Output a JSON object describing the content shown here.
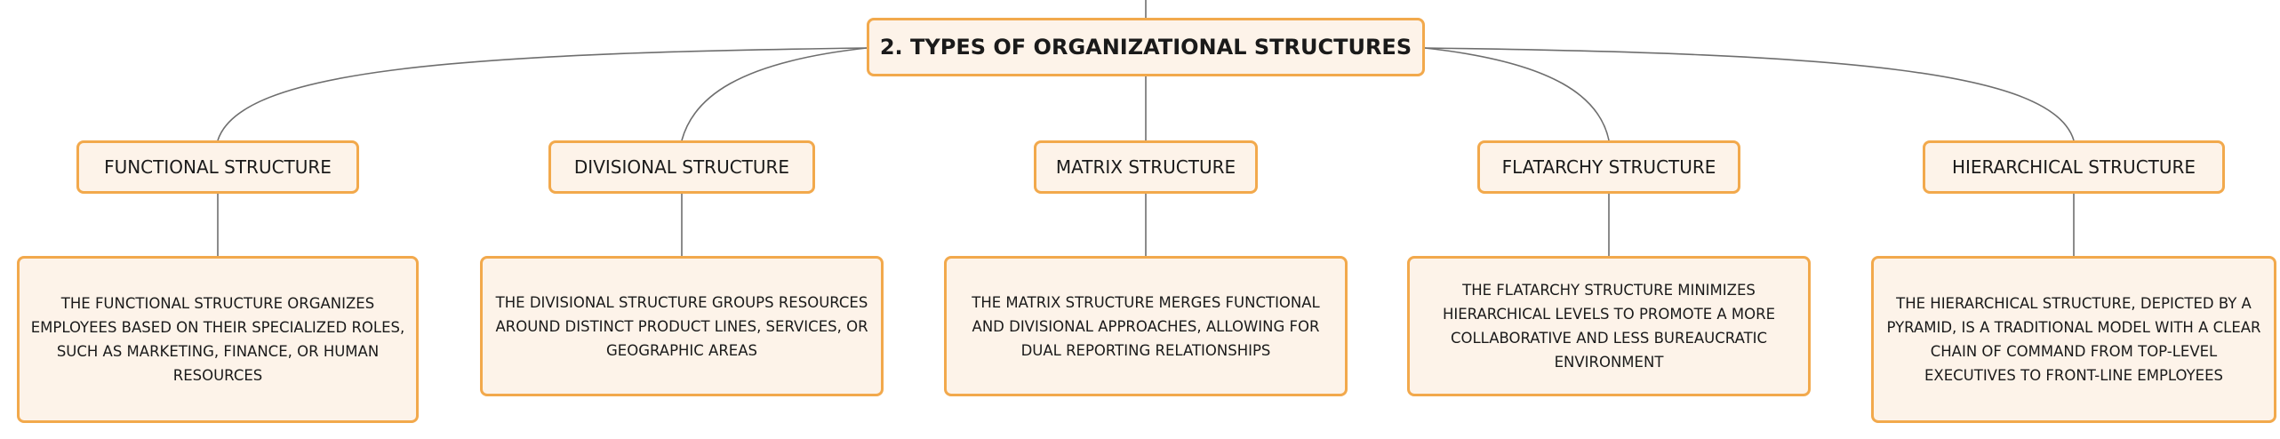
{
  "root": {
    "title": "2. TYPES OF ORGANIZATIONAL STRUCTURES"
  },
  "branches": [
    {
      "title": "FUNCTIONAL STRUCTURE",
      "description": "THE FUNCTIONAL STRUCTURE ORGANIZES EMPLOYEES BASED ON THEIR SPECIALIZED ROLES, SUCH AS MARKETING, FINANCE, OR HUMAN RESOURCES"
    },
    {
      "title": "DIVISIONAL STRUCTURE",
      "description": "THE DIVISIONAL STRUCTURE GROUPS RESOURCES AROUND DISTINCT PRODUCT LINES, SERVICES, OR GEOGRAPHIC AREAS"
    },
    {
      "title": "MATRIX STRUCTURE",
      "description": "THE MATRIX STRUCTURE MERGES FUNCTIONAL AND DIVISIONAL APPROACHES, ALLOWING FOR DUAL REPORTING RELATIONSHIPS"
    },
    {
      "title": "FLATARCHY STRUCTURE",
      "description": "THE FLATARCHY STRUCTURE MINIMIZES HIERARCHICAL LEVELS TO PROMOTE A MORE COLLABORATIVE AND LESS BUREAUCRATIC ENVIRONMENT"
    },
    {
      "title": "HIERARCHICAL STRUCTURE",
      "description": "THE HIERARCHICAL STRUCTURE, DEPICTED BY A PYRAMID, IS A TRADITIONAL MODEL WITH A CLEAR CHAIN OF COMMAND FROM TOP-LEVEL EXECUTIVES TO FRONT-LINE EMPLOYEES"
    }
  ]
}
